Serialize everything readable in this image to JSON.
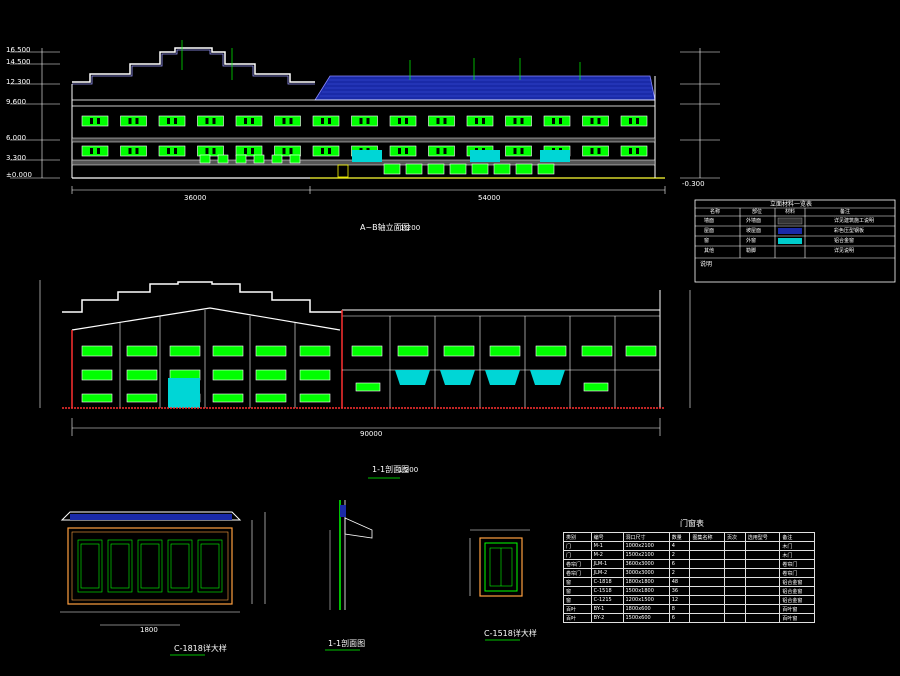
{
  "labels": {
    "elevation_title": "A~B轴立面图",
    "elevation_scale": "1:200",
    "section_title": "1-1剖面图",
    "section_scale": "1:200",
    "window_detail_left": "C-1818详大样",
    "wall_section_title": "1-1剖面图",
    "window_detail_right": "C-1518详大样",
    "door_table_title": "门窗表"
  },
  "elevation_marks": {
    "top": "16.500",
    "mid1": "14.500",
    "mid2": "12.300",
    "mid3": "9.600",
    "mid4": "6.000",
    "mid5": "3.300",
    "ground": "±0.000",
    "low": "-0.300"
  },
  "dimensions": {
    "elev_left_span": "36000",
    "elev_right_span": "54000",
    "section_span": "90000",
    "win_total": "1800"
  },
  "legend": {
    "title": "立面材料一览表",
    "headers": [
      "名称",
      "部位",
      "材料",
      "备注"
    ],
    "rows": [
      [
        "墙面",
        "外墙面",
        "",
        "详见建筑施工说明"
      ],
      [
        "屋面",
        "坡屋面",
        "",
        "彩色压型钢板"
      ],
      [
        "窗",
        "外窗",
        "",
        "铝合金窗"
      ],
      [
        "其他",
        "勒脚",
        "",
        "详见说明"
      ]
    ],
    "note_label": "说明"
  },
  "door_table": {
    "headers": [
      "类别",
      "编号",
      "洞口尺寸",
      "数量",
      "图集名称",
      "页次",
      "选用型号",
      "备注"
    ],
    "rows": [
      [
        "门",
        "M-1",
        "1000x2100",
        "4",
        "",
        "",
        "",
        "木门"
      ],
      [
        "门",
        "M-2",
        "1500x2100",
        "2",
        "",
        "",
        "",
        "木门"
      ],
      [
        "卷帘门",
        "JLM-1",
        "3600x3000",
        "6",
        "",
        "",
        "",
        "卷帘门"
      ],
      [
        "卷帘门",
        "JLM-2",
        "3000x3000",
        "2",
        "",
        "",
        "",
        "卷帘门"
      ],
      [
        "窗",
        "C-1818",
        "1800x1800",
        "48",
        "",
        "",
        "",
        "铝合金窗"
      ],
      [
        "窗",
        "C-1518",
        "1500x1800",
        "36",
        "",
        "",
        "",
        "铝合金窗"
      ],
      [
        "窗",
        "C-1215",
        "1200x1500",
        "12",
        "",
        "",
        "",
        "铝合金窗"
      ],
      [
        "百叶",
        "BY-1",
        "1800x600",
        "8",
        "",
        "",
        "",
        "百叶窗"
      ],
      [
        "百叶",
        "BY-2",
        "1500x600",
        "6",
        "",
        "",
        "",
        "百叶窗"
      ]
    ]
  }
}
